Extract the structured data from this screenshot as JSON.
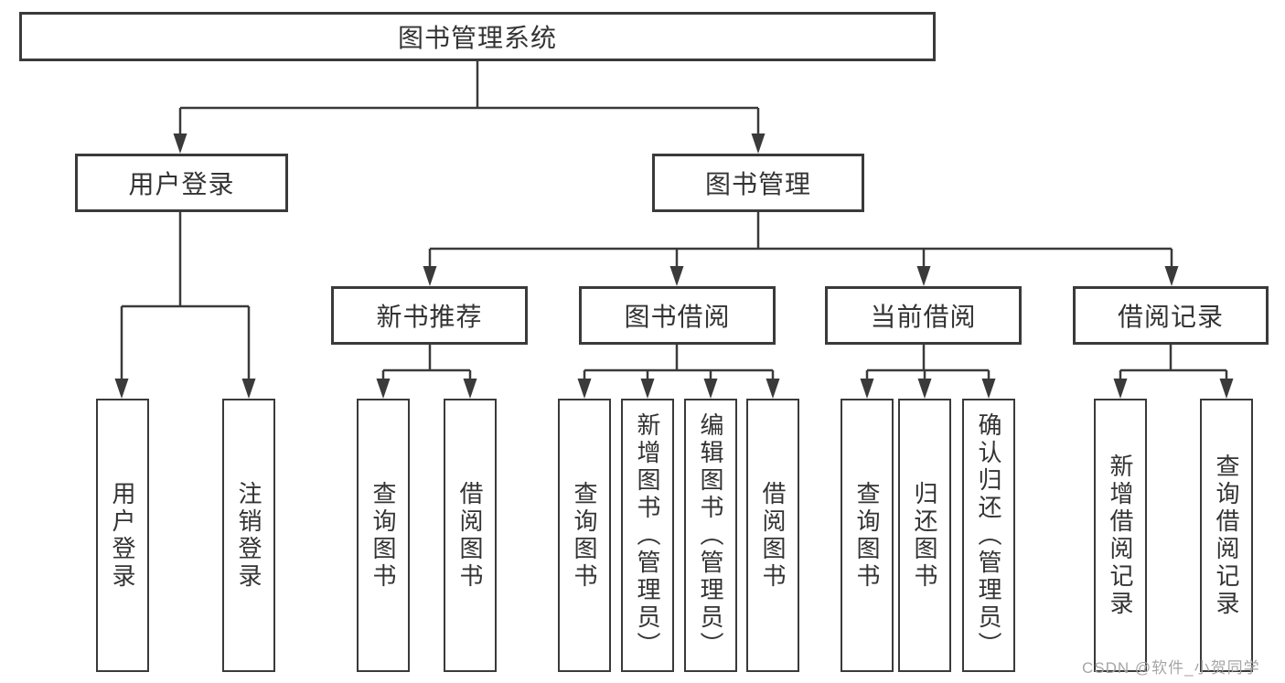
{
  "diagram": {
    "root": {
      "label": "图书管理系统"
    },
    "level2": {
      "user_login": {
        "label": "用户登录"
      },
      "book_management": {
        "label": "图书管理"
      }
    },
    "level3": {
      "new_book_recommend": {
        "label": "新书推荐"
      },
      "book_borrowing": {
        "label": "图书借阅"
      },
      "current_borrowing": {
        "label": "当前借阅"
      },
      "borrowing_records": {
        "label": "借阅记录"
      }
    },
    "leaves": {
      "user_login": {
        "label": "用户登录"
      },
      "logout_login": {
        "label": "注销登录"
      },
      "recommend_query_books": {
        "label": "查询图书"
      },
      "recommend_borrow_books": {
        "label": "借阅图书"
      },
      "borrowing_query_books": {
        "label": "查询图书"
      },
      "borrowing_add_books_admin": {
        "label": "新增图书（管理员）"
      },
      "borrowing_edit_books_admin": {
        "label": "编辑图书（管理员）"
      },
      "borrowing_borrow_books": {
        "label": "借阅图书"
      },
      "current_query_books": {
        "label": "查询图书"
      },
      "current_return_books": {
        "label": "归还图书"
      },
      "current_confirm_return_admin": {
        "label": "确认归还（管理员）"
      },
      "records_add_record": {
        "label": "新增借阅记录"
      },
      "records_query_record": {
        "label": "查询借阅记录"
      }
    }
  },
  "watermark": {
    "text": "CSDN @软件_小贺同学"
  },
  "colors": {
    "line": "#3a3a3a",
    "text": "#333333",
    "background": "#ffffff",
    "watermark": "#a6a6a6"
  }
}
